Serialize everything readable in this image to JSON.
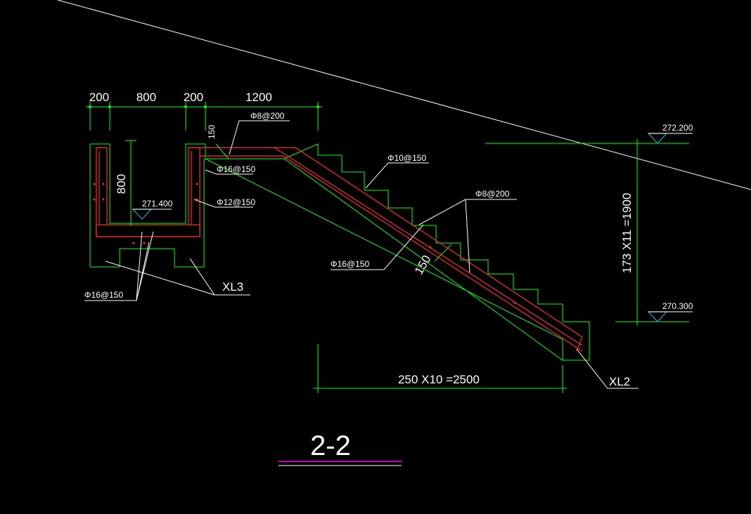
{
  "drawing": {
    "section_title": "2-2",
    "colors": {
      "background": "#000000",
      "outline": "#00ff00",
      "rebar": "#ff2a2a",
      "leader": "#ffffff",
      "elevation_marker": "#1fa3c9",
      "title_underline": "#ff00ff"
    },
    "top_dimensions": [
      "200",
      "800",
      "200",
      "1200"
    ],
    "pit_depth_dim": "800",
    "slab_thickness_dim": "150",
    "stair_thickness_dim": "150",
    "elevations": {
      "top": "272.200",
      "bottom": "270.300",
      "pit_bottom": "271.400"
    },
    "vertical_dim": "173 X11 =1900",
    "horizontal_dim": "250 X10 =2500",
    "rebar_labels": {
      "phi8_top": "Φ8@200",
      "phi16_pit_wall": "Φ16@150",
      "phi12_pit_wall": "Φ12@150",
      "phi10_stair": "Φ10@150",
      "phi8_stair": "Φ8@200",
      "phi16_stair": "Φ16@150",
      "phi16_pit_bottom": "Φ16@150"
    },
    "beam_labels": {
      "xl3": "XL3",
      "xl2": "XL2"
    }
  }
}
